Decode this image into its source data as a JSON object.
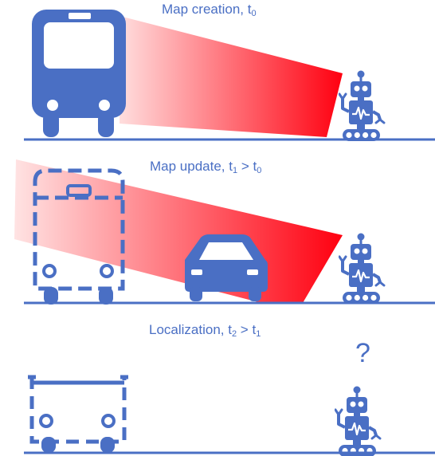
{
  "colors": {
    "primary": "#4a6fc4",
    "beam_near": "#ff0010",
    "beam_far": "#ffc8c8",
    "background": "#ffffff"
  },
  "panels": [
    {
      "title": {
        "main": "Map creation, t",
        "sub1": "0",
        "mid": "",
        "sub2": ""
      },
      "objects": [
        "bus",
        "lidar-beam",
        "robot"
      ]
    },
    {
      "title": {
        "main": "Map update, t",
        "sub1": "1",
        "mid": " > t",
        "sub2": "0"
      },
      "objects": [
        "bus-dashed",
        "car",
        "lidar-beam",
        "robot"
      ]
    },
    {
      "title": {
        "main": "Localization, t",
        "sub1": "2",
        "mid": " > t",
        "sub2": "1"
      },
      "objects": [
        "bus-dashed-partial",
        "robot",
        "question-mark"
      ],
      "question_mark": "?"
    }
  ],
  "icons": [
    "bus-icon",
    "car-icon",
    "robot-icon",
    "lidar-beam-icon",
    "question-mark-icon"
  ]
}
